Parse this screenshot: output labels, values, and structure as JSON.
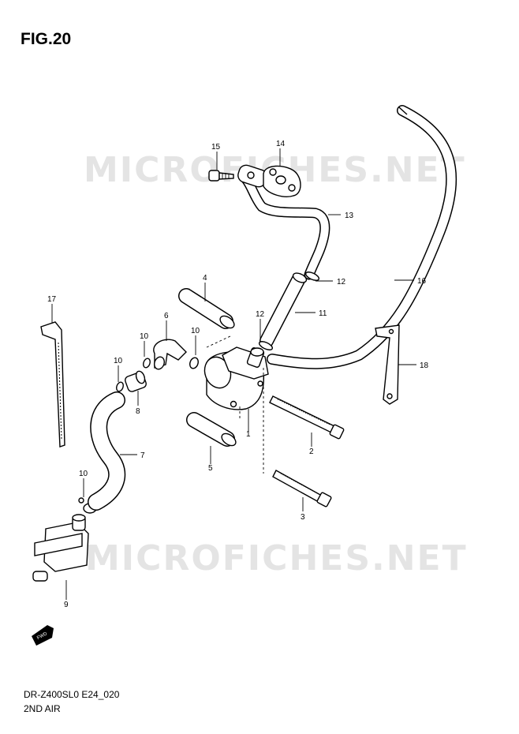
{
  "figure": {
    "title": "FIG.20"
  },
  "watermark": {
    "text": "MICROFICHES.NET"
  },
  "footer": {
    "code": "DR-Z400SL0 E24_020",
    "name": "2ND AIR"
  },
  "fwd_badge": {
    "text": "FWD"
  },
  "callouts": {
    "c1": "1",
    "c2": "2",
    "c3": "3",
    "c4": "4",
    "c5": "5",
    "c6": "6",
    "c7": "7",
    "c8": "8",
    "c9": "9",
    "c10a": "10",
    "c10b": "10",
    "c10c": "10",
    "c10d": "10",
    "c11": "11",
    "c12a": "12",
    "c12b": "12",
    "c13": "13",
    "c14": "14",
    "c15": "15",
    "c16": "16",
    "c17": "17",
    "c18": "18"
  }
}
